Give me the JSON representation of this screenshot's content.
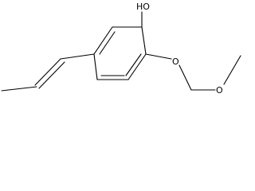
{
  "structure": {
    "atoms": {
      "hydroxyl": "HO",
      "ether_oxygen_ring": "O",
      "ether_oxygen_chain": "O"
    }
  }
}
